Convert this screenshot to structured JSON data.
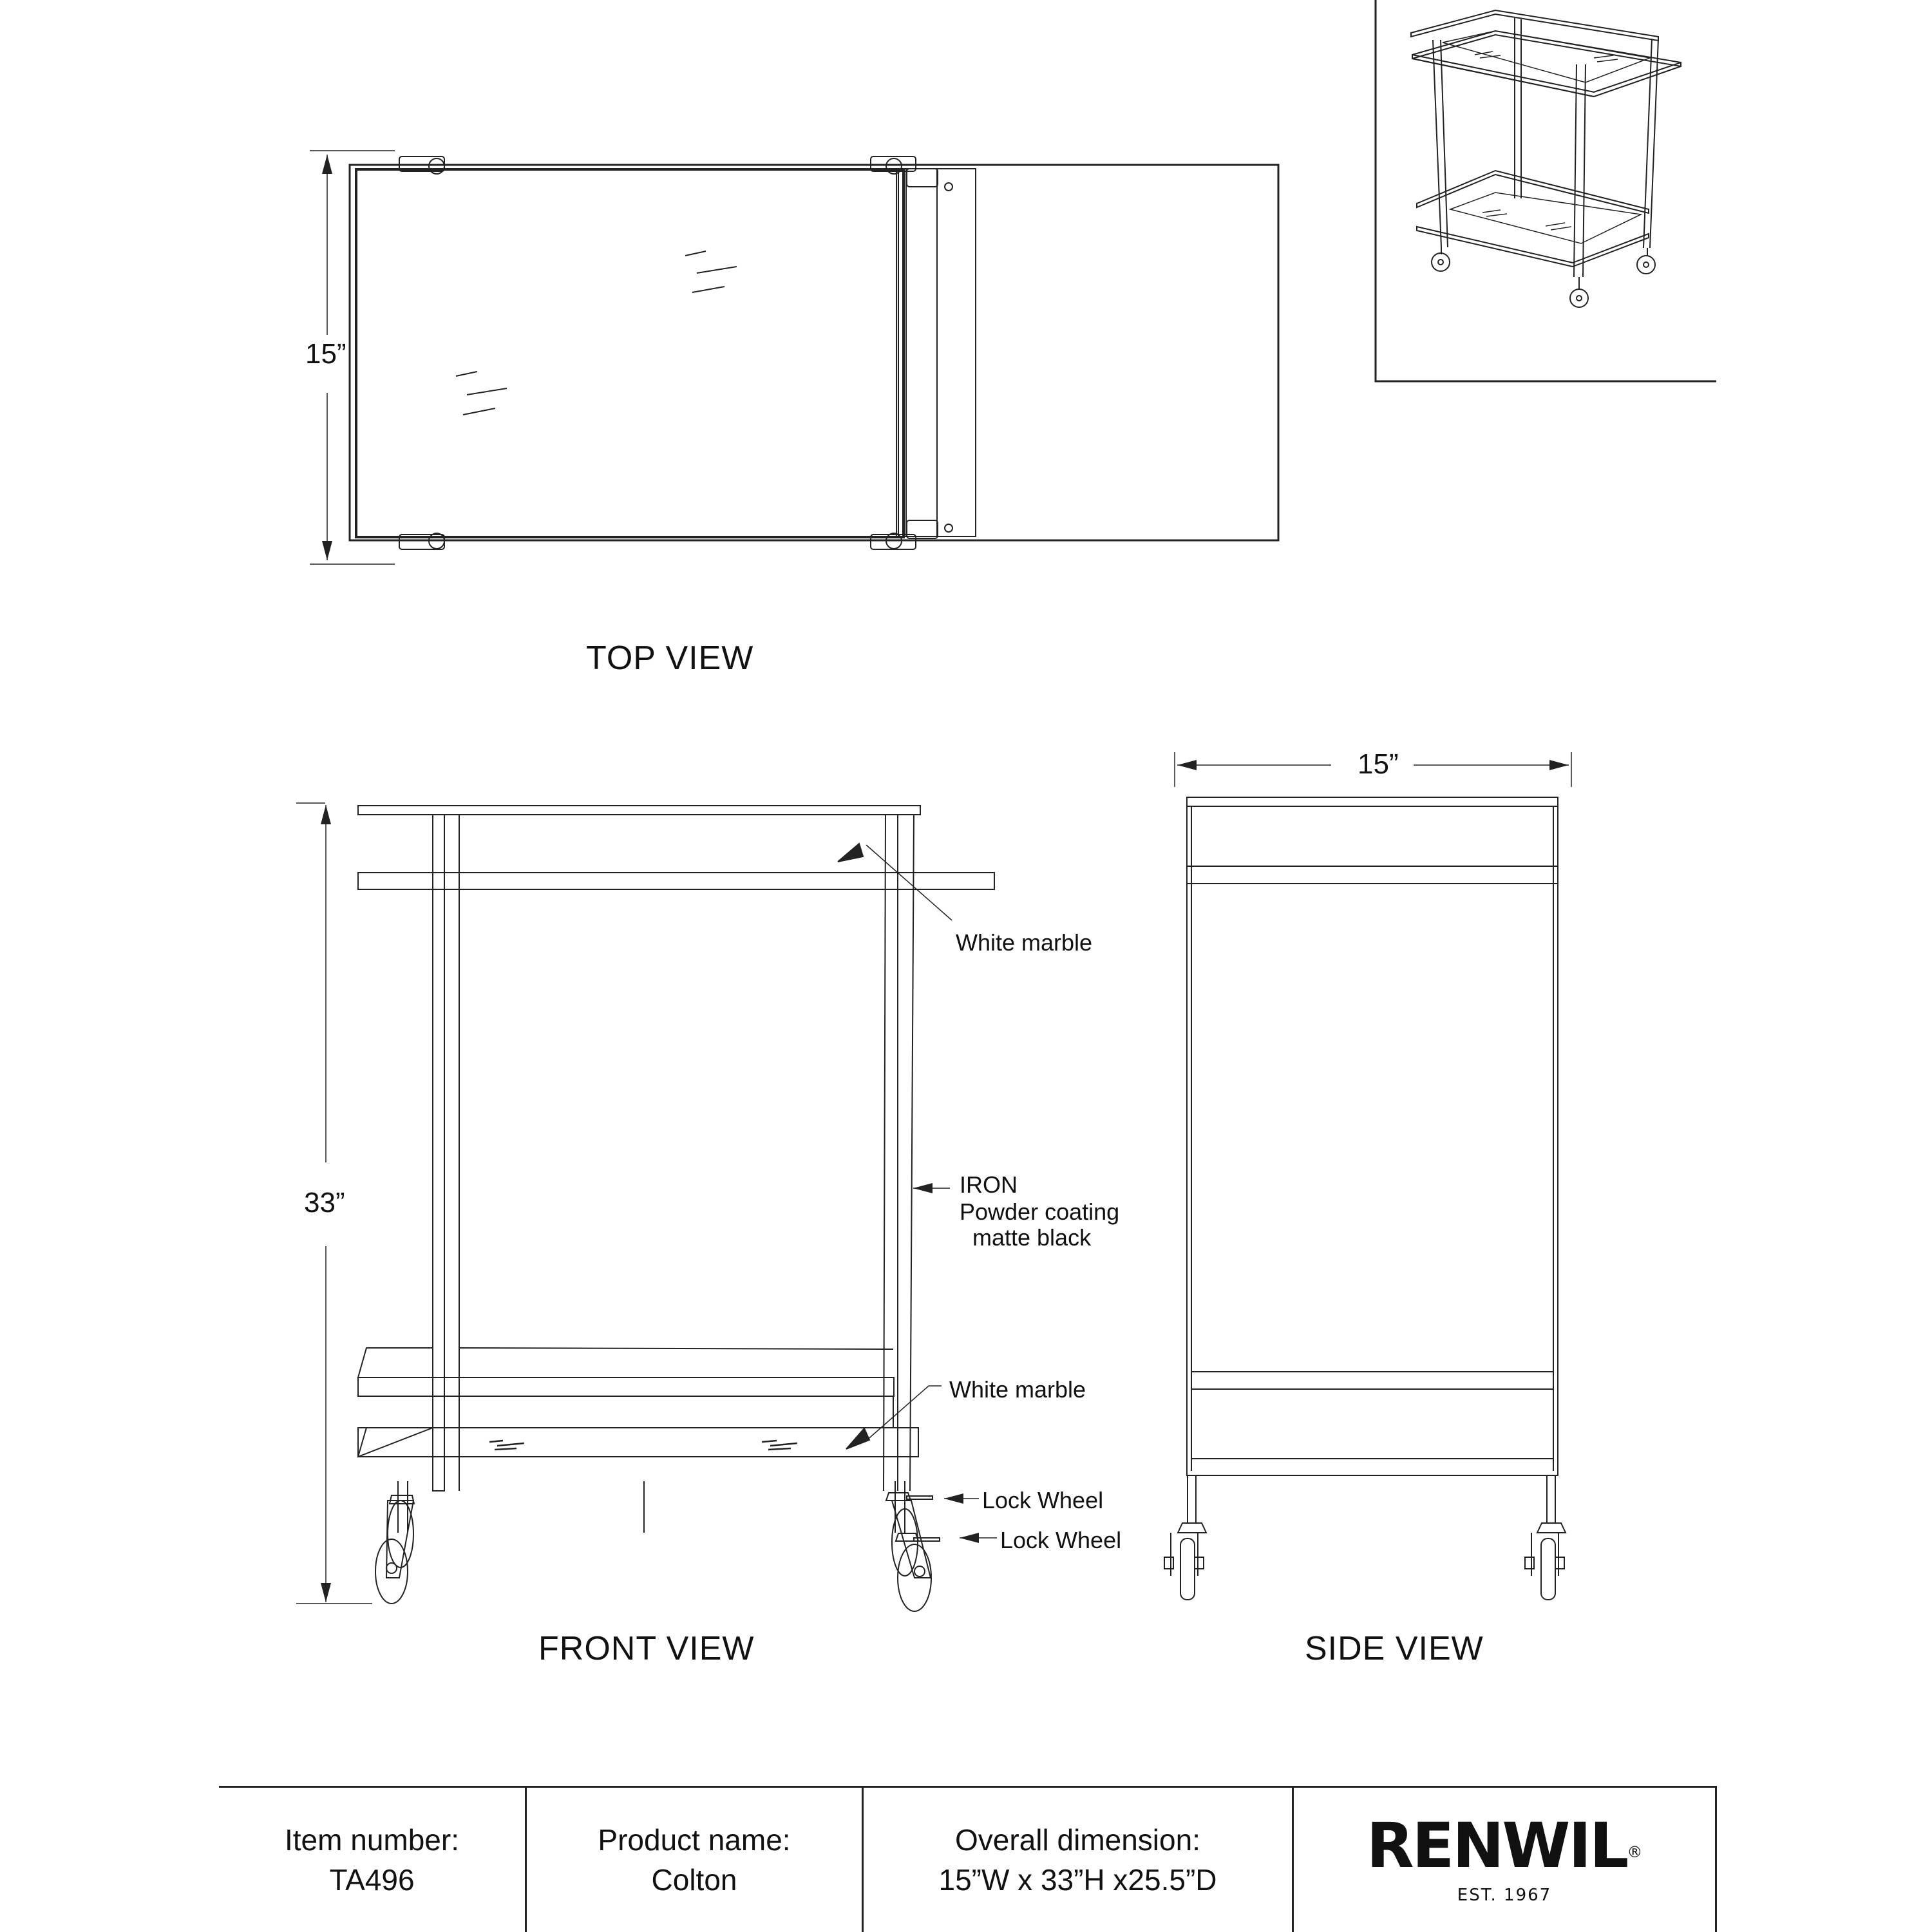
{
  "views": {
    "top": {
      "title": "TOP VIEW",
      "depth_dimension": "15”"
    },
    "front": {
      "title": "FRONT VIEW",
      "height_dimension": "33”"
    },
    "side": {
      "title": "SIDE VIEW",
      "width_dimension": "15”"
    },
    "isometric": {
      "title": ""
    }
  },
  "callouts": {
    "top_shelf": "White marble",
    "frame_line1": "IRON",
    "frame_line2": "Powder coating",
    "frame_line3": "matte black",
    "bottom_shelf": "White marble",
    "lock_wheel_upper": "Lock Wheel",
    "lock_wheel_lower": "Lock Wheel"
  },
  "title_block": {
    "item_number_label": "Item number:",
    "item_number": "TA496",
    "product_name_label": "Product name:",
    "product_name": "Colton",
    "dimension_label": "Overall dimension:",
    "dimension_value": "15”W x 33”H x25.5”D",
    "brand": "RENWIL",
    "brand_mark": "®",
    "established": "EST. 1967"
  },
  "colors": {
    "line": "#222222",
    "background": "#ffffff",
    "text": "#111111"
  }
}
